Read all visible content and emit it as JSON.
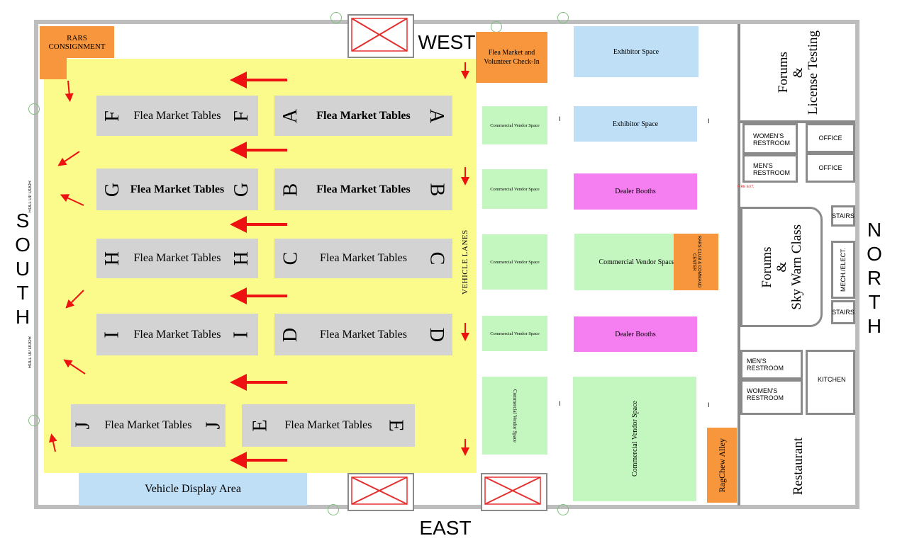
{
  "directions": {
    "west": "WEST",
    "east": "EAST",
    "south": "SOUTH",
    "north": "NORTH"
  },
  "consignment": "RARS CONSIGNMENT",
  "checkin": "Flea Market and Volunteer Check-In",
  "vehicle_lanes": "VEHICLE LANES",
  "vehicle_display": "Vehicle Display Area",
  "roll_up_door": "ROLL UP DOOR",
  "fire_ext": "FIRE EXT.",
  "flea_rows": [
    {
      "letter": "F",
      "label": "Flea Market Tables",
      "bold": false
    },
    {
      "letter": "A",
      "label": "Flea Market Tables",
      "bold": true
    },
    {
      "letter": "G",
      "label": "Flea Market Tables",
      "bold": true
    },
    {
      "letter": "B",
      "label": "Flea Market Tables",
      "bold": true
    },
    {
      "letter": "H",
      "label": "Flea Market Tables",
      "bold": false
    },
    {
      "letter": "C",
      "label": "Flea Market Tables",
      "bold": false
    },
    {
      "letter": "I",
      "label": "Flea Market Tables",
      "bold": false
    },
    {
      "letter": "D",
      "label": "Flea Market Tables",
      "bold": false
    },
    {
      "letter": "J",
      "label": "Flea Market Tables",
      "bold": false
    },
    {
      "letter": "E",
      "label": "Flea Market Tables",
      "bold": false
    }
  ],
  "commercial_small": "Commercial Vendor Space",
  "commercial_vertical": "Commercial Vendor Space",
  "commercial_mid": "Commercial Vendor Space",
  "exhibitor": "Exhibitor Space",
  "dealer": "Dealer Booths",
  "rars_club": "RARS CLUB & COMMAND CENTER",
  "ragchew": "RagChew Alley",
  "forums_license": [
    "Forums",
    "&",
    "License Testing"
  ],
  "forums_skywarn": [
    "Forums",
    "&",
    "Sky Warn Class"
  ],
  "restaurant": "Restaurant",
  "womens_restroom": [
    "WOMEN'S",
    "RESTROOM"
  ],
  "mens_restroom": [
    "MEN'S",
    "RESTROOM"
  ],
  "office": "OFFICE",
  "stairs": "STAIRS",
  "mech_elect": "MECH./ELECT.",
  "kitchen": "KITCHEN"
}
